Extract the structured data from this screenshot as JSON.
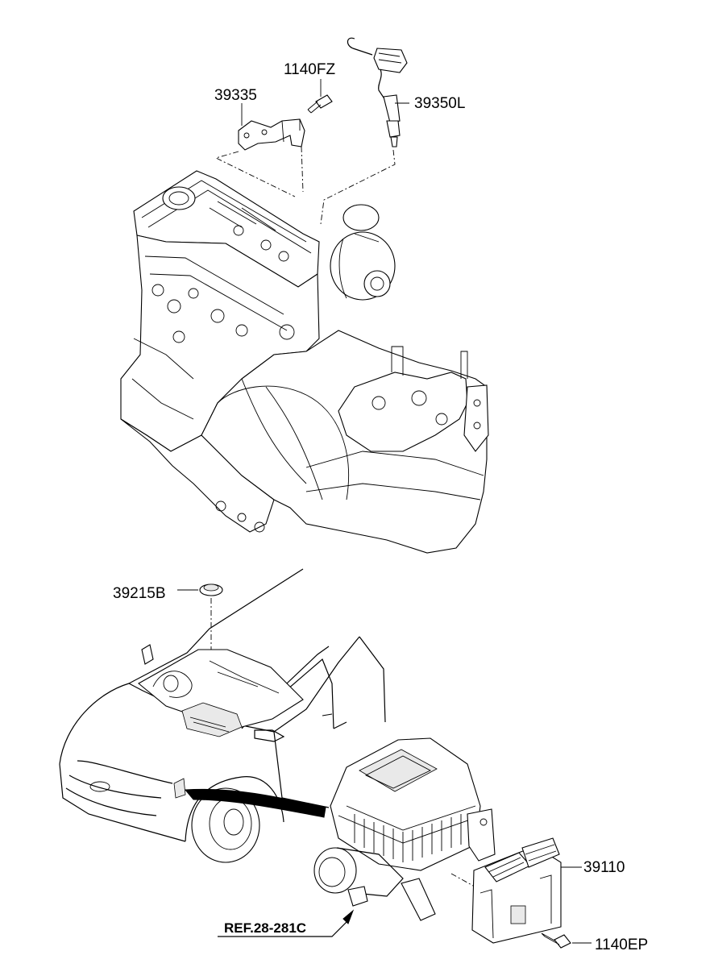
{
  "labels": {
    "p1140fz": "1140FZ",
    "p39335": "39335",
    "p39350l": "39350L",
    "p39215b": "39215B",
    "p39110": "39110",
    "p1140ep": "1140EP",
    "ref": "REF.28-281C"
  }
}
